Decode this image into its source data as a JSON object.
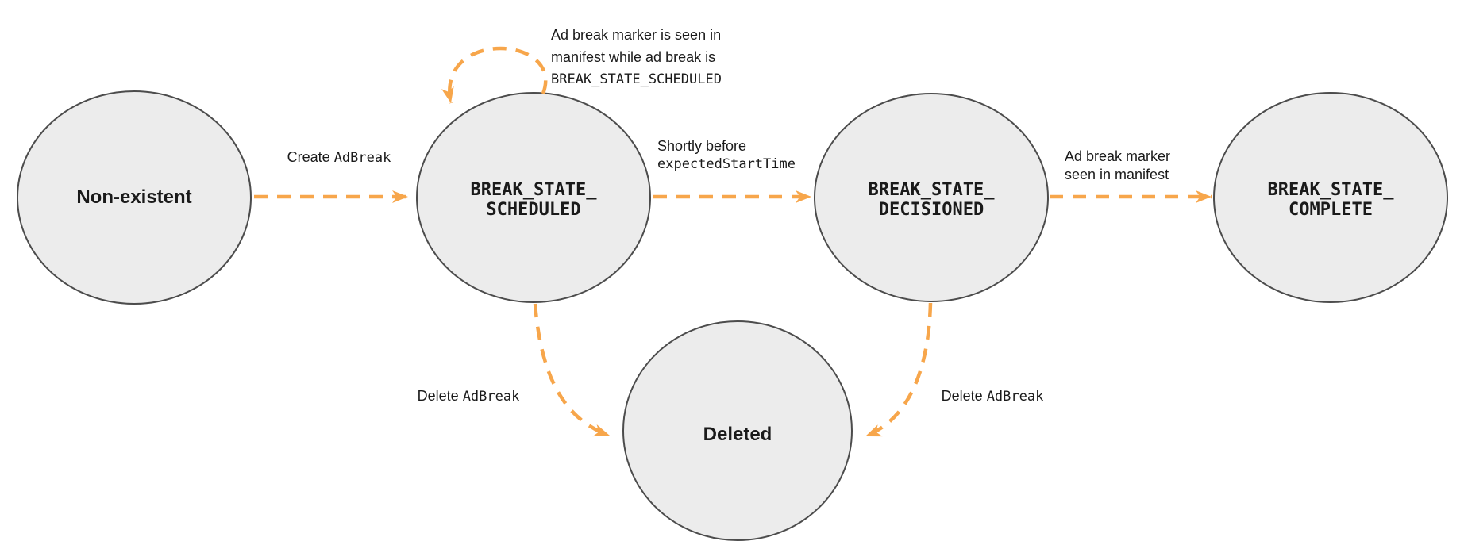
{
  "diagram": {
    "type": "state-diagram",
    "colors": {
      "accent": "#F7A64B",
      "node_fill": "#ECECEC",
      "node_border": "#4C4C4C",
      "text": "#1A1A1A"
    },
    "nodes": {
      "non_existent": {
        "label": "Non-existent"
      },
      "scheduled": {
        "line1": "BREAK_STATE_",
        "line2": "SCHEDULED"
      },
      "decisioned": {
        "line1": "BREAK_STATE_",
        "line2": "DECISIONED"
      },
      "complete": {
        "line1": "BREAK_STATE_",
        "line2": "COMPLETE"
      },
      "deleted": {
        "label": "Deleted"
      }
    },
    "edges": {
      "create": {
        "from": "non_existent",
        "to": "scheduled",
        "label_text": "Create",
        "label_code": "AdBreak"
      },
      "self_loop": {
        "from": "scheduled",
        "to": "scheduled",
        "label_line1": "Ad break marker is seen in",
        "label_line2": "manifest while ad break is",
        "label_code": "BREAK_STATE_SCHEDULED"
      },
      "shortly": {
        "from": "scheduled",
        "to": "decisioned",
        "label_text": "Shortly before",
        "label_code": "expectedStartTime"
      },
      "marker_seen": {
        "from": "decisioned",
        "to": "complete",
        "label_line1": "Ad break marker",
        "label_line2": "seen in manifest"
      },
      "delete_left": {
        "from": "scheduled",
        "to": "deleted",
        "label_text": "Delete",
        "label_code": "AdBreak"
      },
      "delete_right": {
        "from": "decisioned",
        "to": "deleted",
        "label_text": "Delete",
        "label_code": "AdBreak"
      }
    }
  }
}
